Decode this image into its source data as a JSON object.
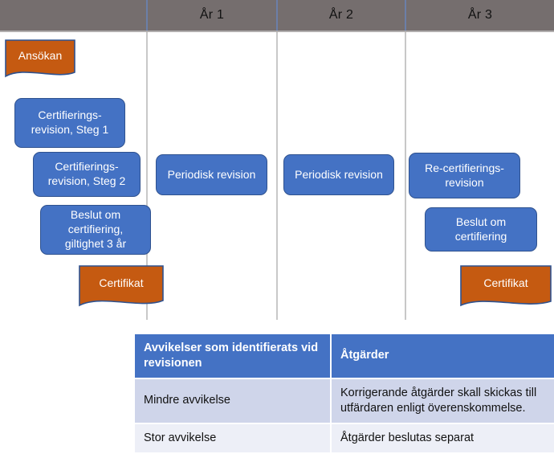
{
  "header": {
    "columns": [
      {
        "label": "",
        "name": "header-col-blank"
      },
      {
        "label": "År 1",
        "name": "header-col-year1"
      },
      {
        "label": "År 2",
        "name": "header-col-year2"
      },
      {
        "label": "År 3",
        "name": "header-col-year3"
      }
    ]
  },
  "colors": {
    "header_band": "#756E6E",
    "header_divider": "#6B7FA8",
    "blue_box": "#4472C4",
    "blue_box_border": "#2F528F",
    "orange_banner": "#C55A11",
    "orange_banner_border": "#2F528F",
    "table_header": "#4472C4",
    "table_row_alt": "#CFD5EA",
    "table_row_plain": "#EDEFF7",
    "column_guide": "#C8C8C8"
  },
  "flow": {
    "banners": [
      {
        "name": "banner-ansokan",
        "label": "Ansökan"
      },
      {
        "name": "banner-certifikat-year0",
        "label": "Certifikat"
      },
      {
        "name": "banner-certifikat-year3",
        "label": "Certifikat"
      }
    ],
    "boxes": [
      {
        "name": "box-certifieringsrevision-steg1",
        "label": "Certifierings-\nrevision, Steg 1"
      },
      {
        "name": "box-certifieringsrevision-steg2",
        "label": "Certifierings-\nrevision, Steg 2"
      },
      {
        "name": "box-beslut-om-certifiering-giltighet",
        "label": "Beslut om\ncertifiering,\ngiltighet 3 år"
      },
      {
        "name": "box-periodisk-revision-year1",
        "label": "Periodisk revision"
      },
      {
        "name": "box-periodisk-revision-year2",
        "label": "Periodisk revision"
      },
      {
        "name": "box-re-certifieringsrevision",
        "label": "Re-certifierings-\nrevision"
      },
      {
        "name": "box-beslut-om-certifiering",
        "label": "Beslut om\ncertifiering"
      }
    ]
  },
  "table": {
    "headers": [
      "Avvikelser som identifierats vid revisionen",
      "Åtgärder"
    ],
    "rows": [
      [
        "Mindre avvikelse",
        "Korrigerande åtgärder skall skickas till utfärdaren enligt överenskommelse."
      ],
      [
        "Stor avvikelse",
        "Åtgärder beslutas separat"
      ]
    ]
  }
}
